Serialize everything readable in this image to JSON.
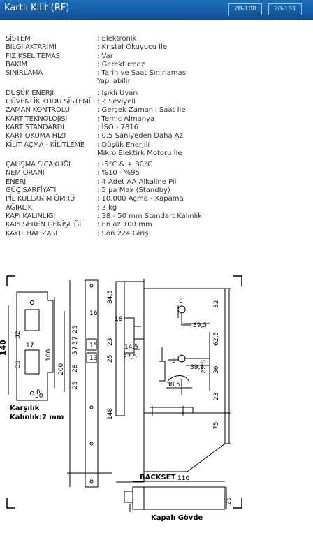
{
  "header": {
    "title": "Kartlı Kilit (RF)",
    "models": [
      "20-100",
      "20-101"
    ]
  },
  "specs": [
    {
      "label": "SİSTEM",
      "value": ": Elektronik"
    },
    {
      "label": "BİLGİ AKTARIMI",
      "value": ": Kristal Okuyucu İle"
    },
    {
      "label": "FİZİKSEL TEMAS",
      "value": ": Var"
    },
    {
      "label": "BAKIM",
      "value": ": Gerektirmez"
    },
    {
      "label": "SINIRLAMA",
      "value": ": Tarih ve Saat Sınırlaması\n  Yapılabilir"
    },
    {
      "label": "DÜŞÜK ENERJİ",
      "value": ": Işıklı Uyarı"
    },
    {
      "label": "GÜVENLİK KODU SİSTEMİ",
      "value": ": 2 Seviyeli"
    },
    {
      "label": "ZAMAN KONTROLÜ",
      "value": ": Gerçek Zamanlı Saat İle"
    },
    {
      "label": "KART TEKNOLOJİSİ",
      "value": ": Temic Almanya"
    },
    {
      "label": "KART STANDARDI",
      "value": ": İSO - 7816"
    },
    {
      "label": "KART OKUMA HIZI",
      "value": ": 0.5 Saniyeden Daha Az"
    },
    {
      "label": "KİLİT AÇMA - KİLİTLEME",
      "value": ": Düşük Enerjili\n  Mikro Elektirk Motoru İle"
    },
    {
      "label": "ÇALIŞMA SICAKLIĞI",
      "value": ": -5°C & + 80°C"
    },
    {
      "label": "NEM ORANI",
      "value": ": %10 - %95"
    },
    {
      "label": "ENERJİ",
      "value": ": 4 Adet AA Alkaline Pil"
    },
    {
      "label": "GÜÇ SARFİYATI",
      "value": ": 5 µa Max (Standby)"
    },
    {
      "label": "PİL KULLANIM ÖMRÜ",
      "value": ": 10.000 Açma - Kapama"
    },
    {
      "label": "AĞIRLIK",
      "value": ": 3 kg"
    },
    {
      "label": "KAPI KALINLIĞI",
      "value": ": 38 - 50 mm Standart Kalınlık"
    },
    {
      "label": "KAPI SEREN GENİŞLİĞİ",
      "value": ": En az 100 mm"
    },
    {
      "label": "KAYIT HAFIZASI",
      "value": ": Son 224 Giriş"
    }
  ],
  "drawing": {
    "captions": {
      "strike": "Karşılık\nKalınlık:2 mm",
      "backset": "BACKSET",
      "closed": "Kapalı Gövde"
    },
    "dims": {
      "d140": "140",
      "d32": "32",
      "d35": "35",
      "d100": "100",
      "d200": "200",
      "d17": "17",
      "d6": "6",
      "d30": "30",
      "d16": "16",
      "d15": "15",
      "d13": "13",
      "d25a": "25",
      "d7a": "7",
      "d5a": "5",
      "d7b": "7",
      "d5b": "5",
      "d28": "28",
      "d25b": "25",
      "d84": "84,5",
      "d18": "18",
      "d23a": "23",
      "d14": "14,5",
      "d27": "27,5",
      "d25c": "25",
      "d148": "148",
      "d8": "8",
      "d32b": "32",
      "d39a": "39,5",
      "d62": "62,5",
      "d5c": "5",
      "d39b": "39,5",
      "d22": "22,8",
      "d36": "36",
      "d38": "38,5",
      "d23b": "23",
      "d75": "75",
      "d110": "110",
      "d25d": "25"
    }
  }
}
